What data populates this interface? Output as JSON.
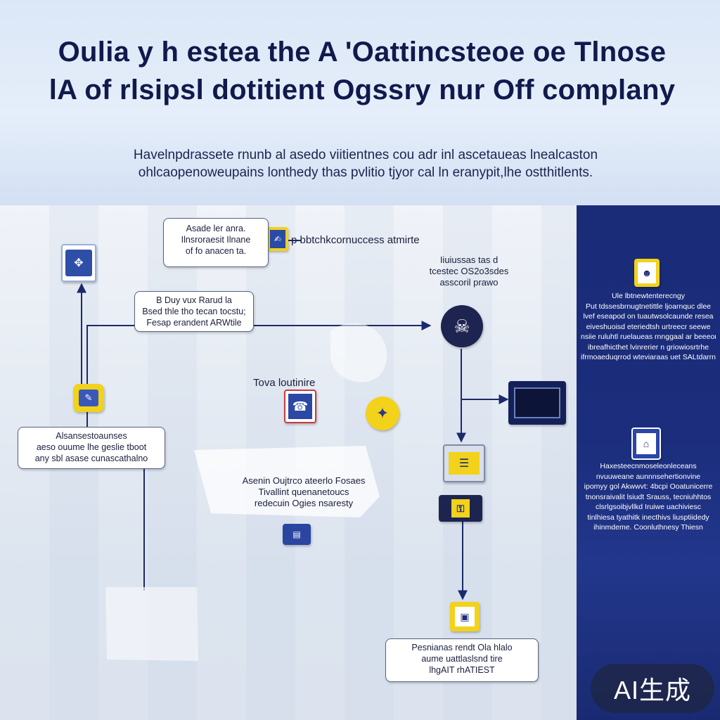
{
  "header": {
    "title_line1": "Oulia y h estea the A 'Oattincsteoe oe Tlnose",
    "title_line2": "lA of rlsipsl dotitient Ogssry nur Off complany",
    "subtitle_line1": "Havelnpdrassete rnunb al asedo viitientnes cou adr inl ascetaueas lnealcaston",
    "subtitle_line2": "ohlcaopenoweupains lonthedy thas pvlitio tjyor cal ln eranypit,lhe ostthitlents."
  },
  "diagram": {
    "top_bubble": [
      "Asade ler anra.",
      "Ilnsroraesit Ilnane",
      "of fo anacen ta."
    ],
    "top_label": "p bbtchkcornuccess atmirte",
    "mid_bubble": [
      "B Duy vux Rarud la",
      "Bsed thle tho tecan tocstu;",
      "Fesap erandent ARWtile"
    ],
    "right_label": [
      "Iiuiussas tas d",
      "tcestec OS2o3sdes",
      "asscoril prawo"
    ],
    "center_label": "Tova loutinire",
    "left_bubble": [
      "Alsansestoaunses",
      "aeso ouume lhe geslie tboot",
      "any sbl asase cunascathalno"
    ],
    "lower_bubble": [
      "Asenin Oujtrco ateerlo Fosaes",
      "Tivallint quenanetoucs",
      "redecuin Ogies nsaresty"
    ],
    "bottom_bubble": [
      "Pesnianas rendt Ola hlalo",
      "aume uattlaslsnd tire",
      "lhgAIT rhATIEST"
    ]
  },
  "side_panel": {
    "block1": [
      "Ule lbtnewtenterecngy",
      "Put tdssesbrnugtnetittle ljoarnquc dlee",
      "lvef eseapod on tuautwsolcaunde resea",
      "eiveshuoisd eteriedtsh urtreecr seewe",
      "nsiie ruluhtl ruelaueas rnnggaal ar beeeon",
      "ibreafhicthet lvinrerier n griowiosrtrhe",
      "ifrmoaeduqrrod wteviaraas uet SALtdarrnl"
    ],
    "block2": [
      "Haxesteecnmoseleonleceans",
      "nvuuweane aunnnsehertionvine",
      "ipomyy gol Akwwvt: 4bcpi Ooatunicerre",
      "tnonsraivalit lsiudt Srauss, tecniuhhtos",
      "clsrlgsoibjvllkd Iruiwe uachiviesc",
      "tinlhiesa tyathitk inecthivs liusptiidedy",
      "ihinmdeme. Coonluthnesy Thiesn"
    ]
  },
  "badge": "AI生成",
  "colors": {
    "navy": "#1a2b78",
    "accent_yellow": "#f2d21a",
    "line": "#1c2a6a"
  }
}
